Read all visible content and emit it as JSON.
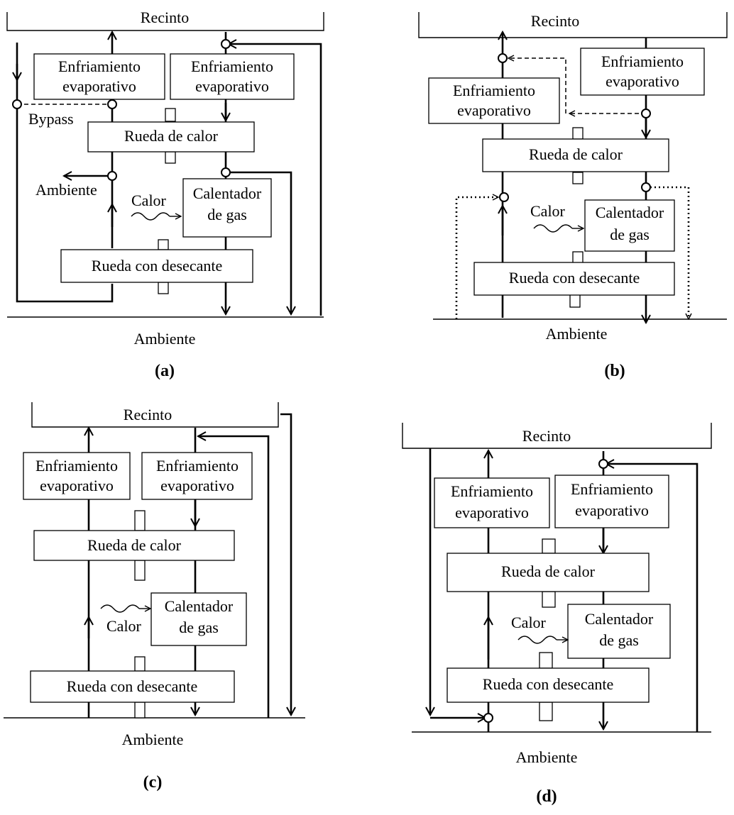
{
  "panels": {
    "a": {
      "caption": "(a)",
      "recinto": "Recinto",
      "ambiente_bottom": "Ambiente",
      "evap_left": [
        "Enfriamiento",
        "evaporativo"
      ],
      "evap_right": [
        "Enfriamiento",
        "evaporativo"
      ],
      "bypass": "Bypass",
      "heat_wheel": "Rueda de calor",
      "ambiente_side": "Ambiente",
      "calor": "Calor",
      "heater": [
        "Calentador",
        "de gas"
      ],
      "desiccant_wheel": "Rueda con desecante"
    },
    "b": {
      "caption": "(b)",
      "recinto": "Recinto",
      "ambiente_bottom": "Ambiente",
      "evap_left": [
        "Enfriamiento",
        "evaporativo"
      ],
      "evap_right": [
        "Enfriamiento",
        "evaporativo"
      ],
      "heat_wheel": "Rueda de calor",
      "calor": "Calor",
      "heater": [
        "Calentador",
        "de gas"
      ],
      "desiccant_wheel": "Rueda con desecante"
    },
    "c": {
      "caption": "(c)",
      "recinto": "Recinto",
      "ambiente_bottom": "Ambiente",
      "evap_left": [
        "Enfriamiento",
        "evaporativo"
      ],
      "evap_right": [
        "Enfriamiento",
        "evaporativo"
      ],
      "heat_wheel": "Rueda de calor",
      "calor": "Calor",
      "heater": [
        "Calentador",
        "de gas"
      ],
      "desiccant_wheel": "Rueda con desecante"
    },
    "d": {
      "caption": "(d)",
      "recinto": "Recinto",
      "ambiente_bottom": "Ambiente",
      "evap_left": [
        "Enfriamiento",
        "evaporativo"
      ],
      "evap_right": [
        "Enfriamiento",
        "evaporativo"
      ],
      "heat_wheel": "Rueda de calor",
      "calor": "Calor",
      "heater": [
        "Calentador",
        "de gas"
      ],
      "desiccant_wheel": "Rueda con desecante"
    }
  }
}
